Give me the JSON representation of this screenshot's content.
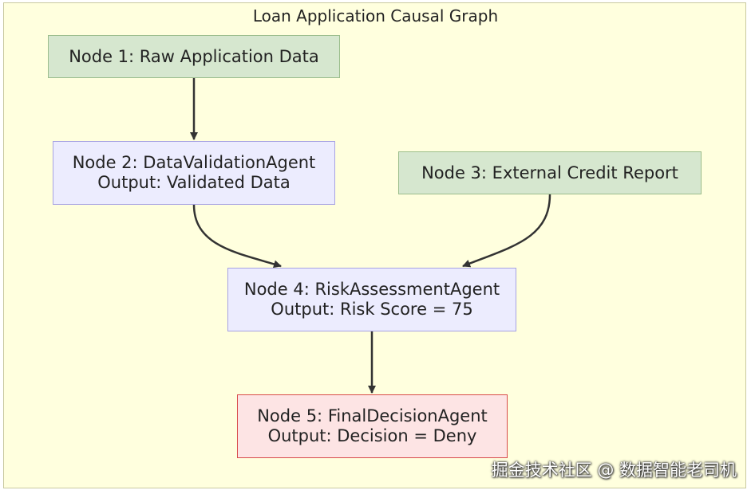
{
  "diagram": {
    "title": "Loan Application Causal Graph",
    "nodes": [
      {
        "id": "node-1",
        "kind": "input",
        "lines": [
          "Node 1: Raw Application Data"
        ]
      },
      {
        "id": "node-2",
        "kind": "agent",
        "lines": [
          "Node 2: DataValidationAgent",
          "Output: Validated Data"
        ]
      },
      {
        "id": "node-3",
        "kind": "input",
        "lines": [
          "Node 3: External Credit Report"
        ]
      },
      {
        "id": "node-4",
        "kind": "agent",
        "lines": [
          "Node 4: RiskAssessmentAgent",
          "Output: Risk Score = 75"
        ]
      },
      {
        "id": "node-5",
        "kind": "decision",
        "lines": [
          "Node 5: FinalDecisionAgent",
          "Output: Decision = Deny"
        ]
      }
    ],
    "edges": [
      {
        "from": "node-1",
        "to": "node-2"
      },
      {
        "from": "node-2",
        "to": "node-4"
      },
      {
        "from": "node-3",
        "to": "node-4"
      },
      {
        "from": "node-4",
        "to": "node-5"
      }
    ],
    "colors": {
      "background": "#ffffde",
      "input_fill": "#d6e7cf",
      "agent_fill": "#ececfe",
      "decision_fill": "#fde4e4",
      "decision_border": "#d84a4a",
      "edge": "#333333"
    }
  },
  "watermark": "掘金技术社区 @ 数据智能老司机"
}
